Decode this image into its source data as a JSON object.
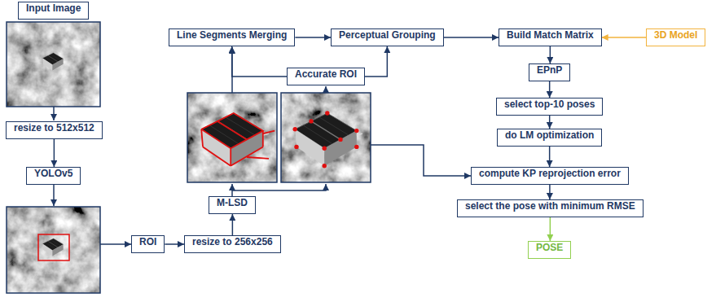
{
  "diagram": {
    "nodes": [
      {
        "text": [
          "Input Image"
        ]
      },
      {
        "text": [
          "resize to 512x512"
        ]
      },
      {
        "text": [
          "YOLOv5"
        ]
      },
      {
        "text": [
          "ROI"
        ]
      },
      {
        "text": [
          "resize to 256x256"
        ]
      },
      {
        "text": [
          "M-LSD"
        ]
      },
      {
        "text": [
          "Line Segments Merging"
        ]
      },
      {
        "text": [
          "Accurate ROI"
        ]
      },
      {
        "text": [
          "Perceptual Grouping"
        ]
      },
      {
        "text": [
          "Build Match Matrix"
        ]
      },
      {
        "text": [
          "3D Model"
        ]
      },
      {
        "text": [
          "EPnP"
        ]
      },
      {
        "text": [
          "select top-10 poses"
        ]
      },
      {
        "text": [
          "do LM optimization"
        ]
      },
      {
        "text": [
          "compute KP reprojection error"
        ]
      },
      {
        "text": [
          "select the pose with minimum RMSE"
        ]
      },
      {
        "text": [
          "POSE"
        ]
      }
    ],
    "edges": [
      {
        "from": 1,
        "to": 2,
        "arrow": "to"
      },
      {
        "from": 3,
        "to": 4,
        "arrow": "to"
      },
      {
        "from": 4,
        "to": 5,
        "arrow": "to"
      },
      {
        "from": 7,
        "to": 6,
        "arrow": "to"
      },
      {
        "from": 7,
        "to": 8,
        "arrow": "to"
      },
      {
        "from": 6,
        "to": 8,
        "arrow": "to"
      },
      {
        "from": 8,
        "to": 9,
        "arrow": "to"
      },
      {
        "from": 10,
        "to": 9,
        "arrow": "to"
      },
      {
        "from": 9,
        "to": 11,
        "arrow": "to"
      },
      {
        "from": 11,
        "to": 12,
        "arrow": "to"
      },
      {
        "from": 12,
        "to": 13,
        "arrow": "to"
      },
      {
        "from": 13,
        "to": 14,
        "arrow": "to"
      },
      {
        "from": 14,
        "to": 15,
        "arrow": "to"
      },
      {
        "from": 15,
        "to": 16,
        "arrow": "to"
      }
    ]
  }
}
